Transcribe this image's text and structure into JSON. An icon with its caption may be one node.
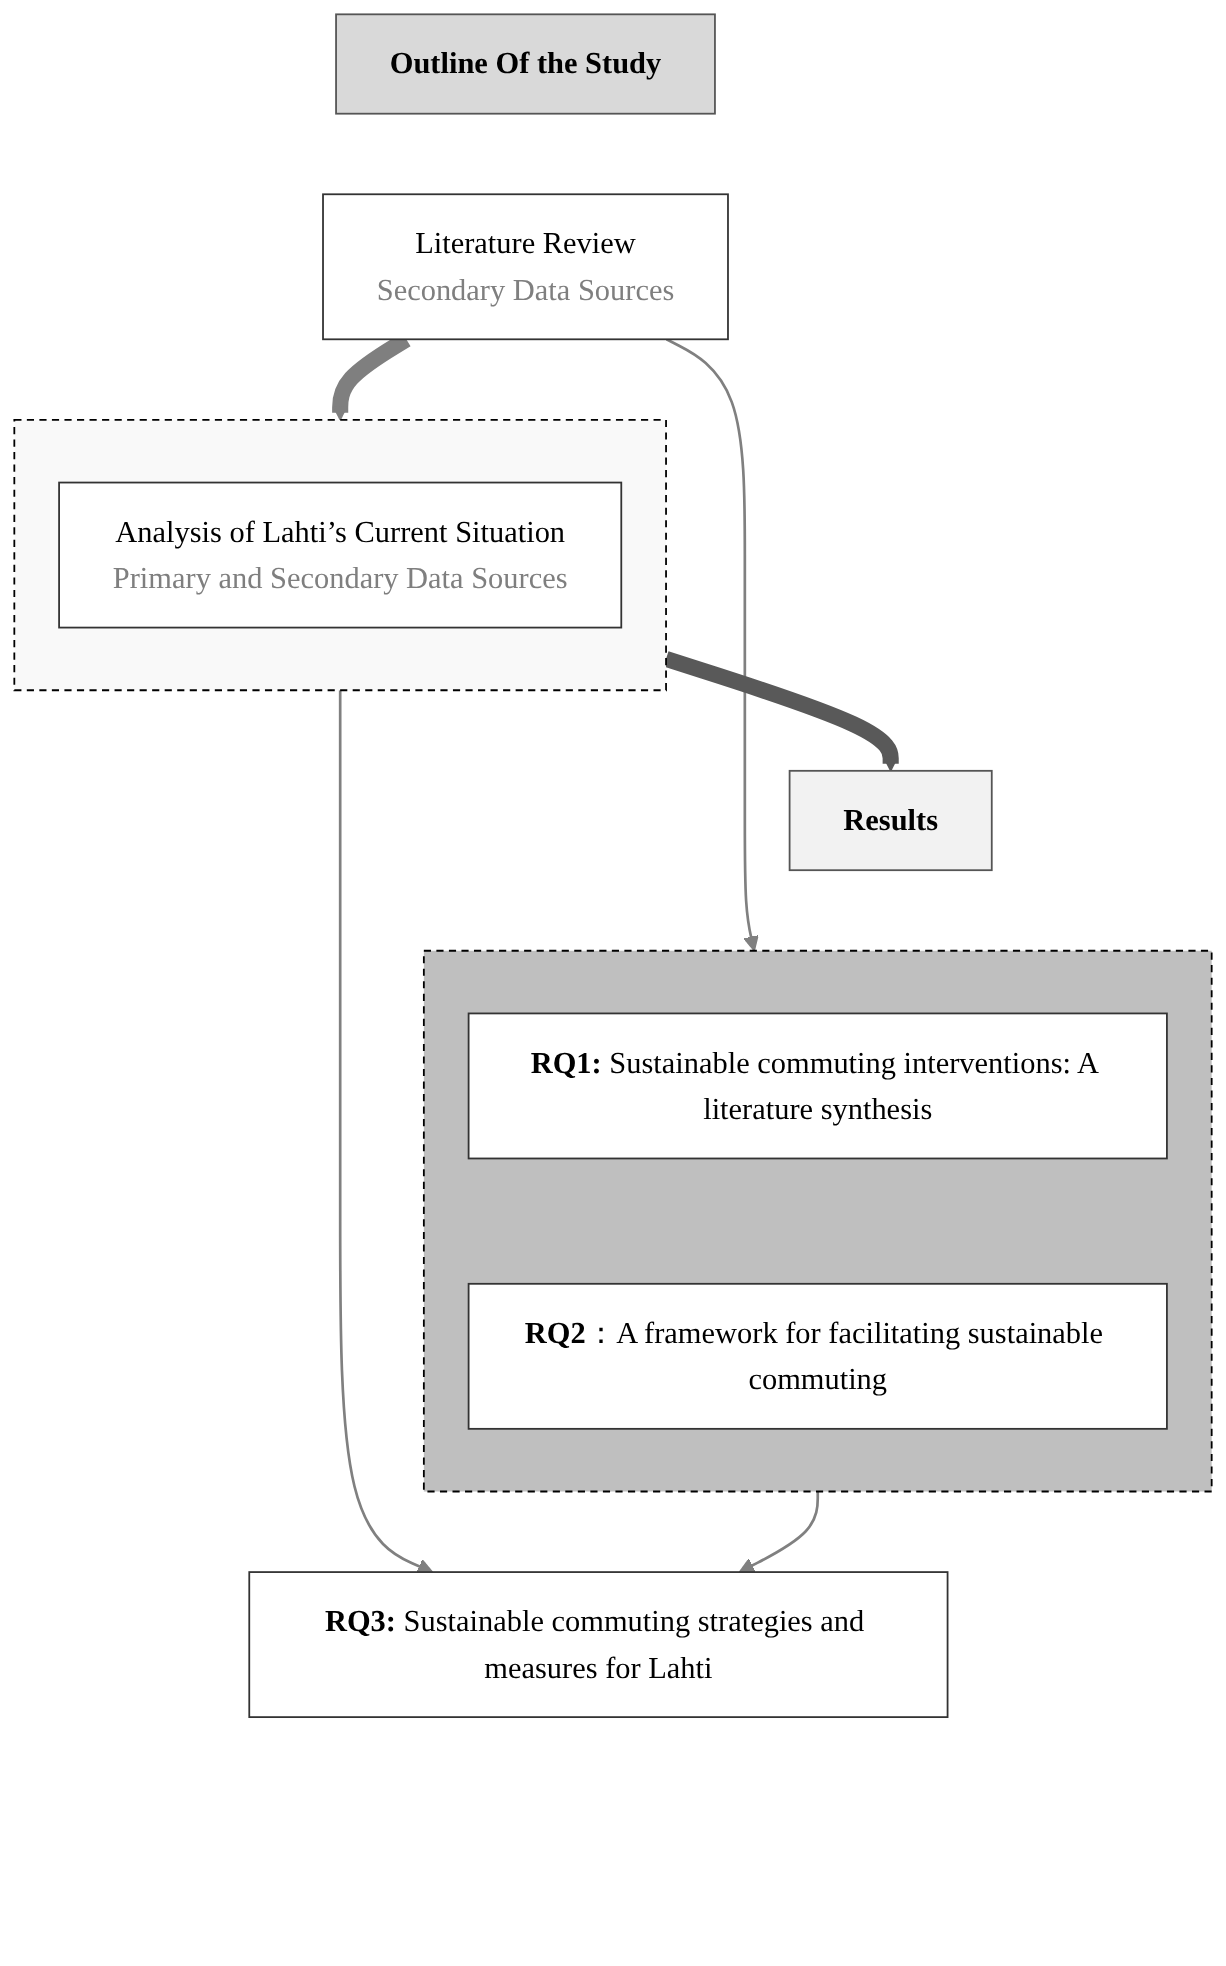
{
  "diagram": {
    "nodes": [
      {
        "text": [
          "Outline Of the Study"
        ]
      },
      {
        "text": [
          "Literature Review",
          "Secondary Data Sources"
        ]
      },
      {
        "text": [],
        "shape": "box"
      },
      {
        "text": [
          "Analysis of Lahti’s Current Situation",
          "Primary and Secondary Data Sources"
        ],
        "in": 2
      },
      {
        "text": [
          "Results"
        ]
      },
      {
        "text": [],
        "shape": "box"
      },
      {
        "text": [
          "**RQ1:** Sustainable commuting interventions: A literature synthesis"
        ],
        "in": 5
      },
      {
        "text": [
          "**RQ2**：A framework for facilitating sustainable commuting"
        ],
        "in": 5
      },
      {
        "text": [
          "**RQ3:** Sustainable commuting strategies and measures for Lahti"
        ]
      }
    ],
    "edges": [
      {
        "from": 1,
        "to": 2,
        "arrow": "to",
        "style": "thick",
        "color": "#7f7f7f"
      },
      {
        "from": 1,
        "to": 5,
        "arrow": "to"
      },
      {
        "from": 2,
        "to": 4,
        "arrow": "to",
        "style": "thick",
        "color": "#595959"
      },
      {
        "from": 2,
        "to": 8,
        "arrow": "to"
      },
      {
        "from": 5,
        "to": 8,
        "arrow": "to"
      }
    ]
  }
}
